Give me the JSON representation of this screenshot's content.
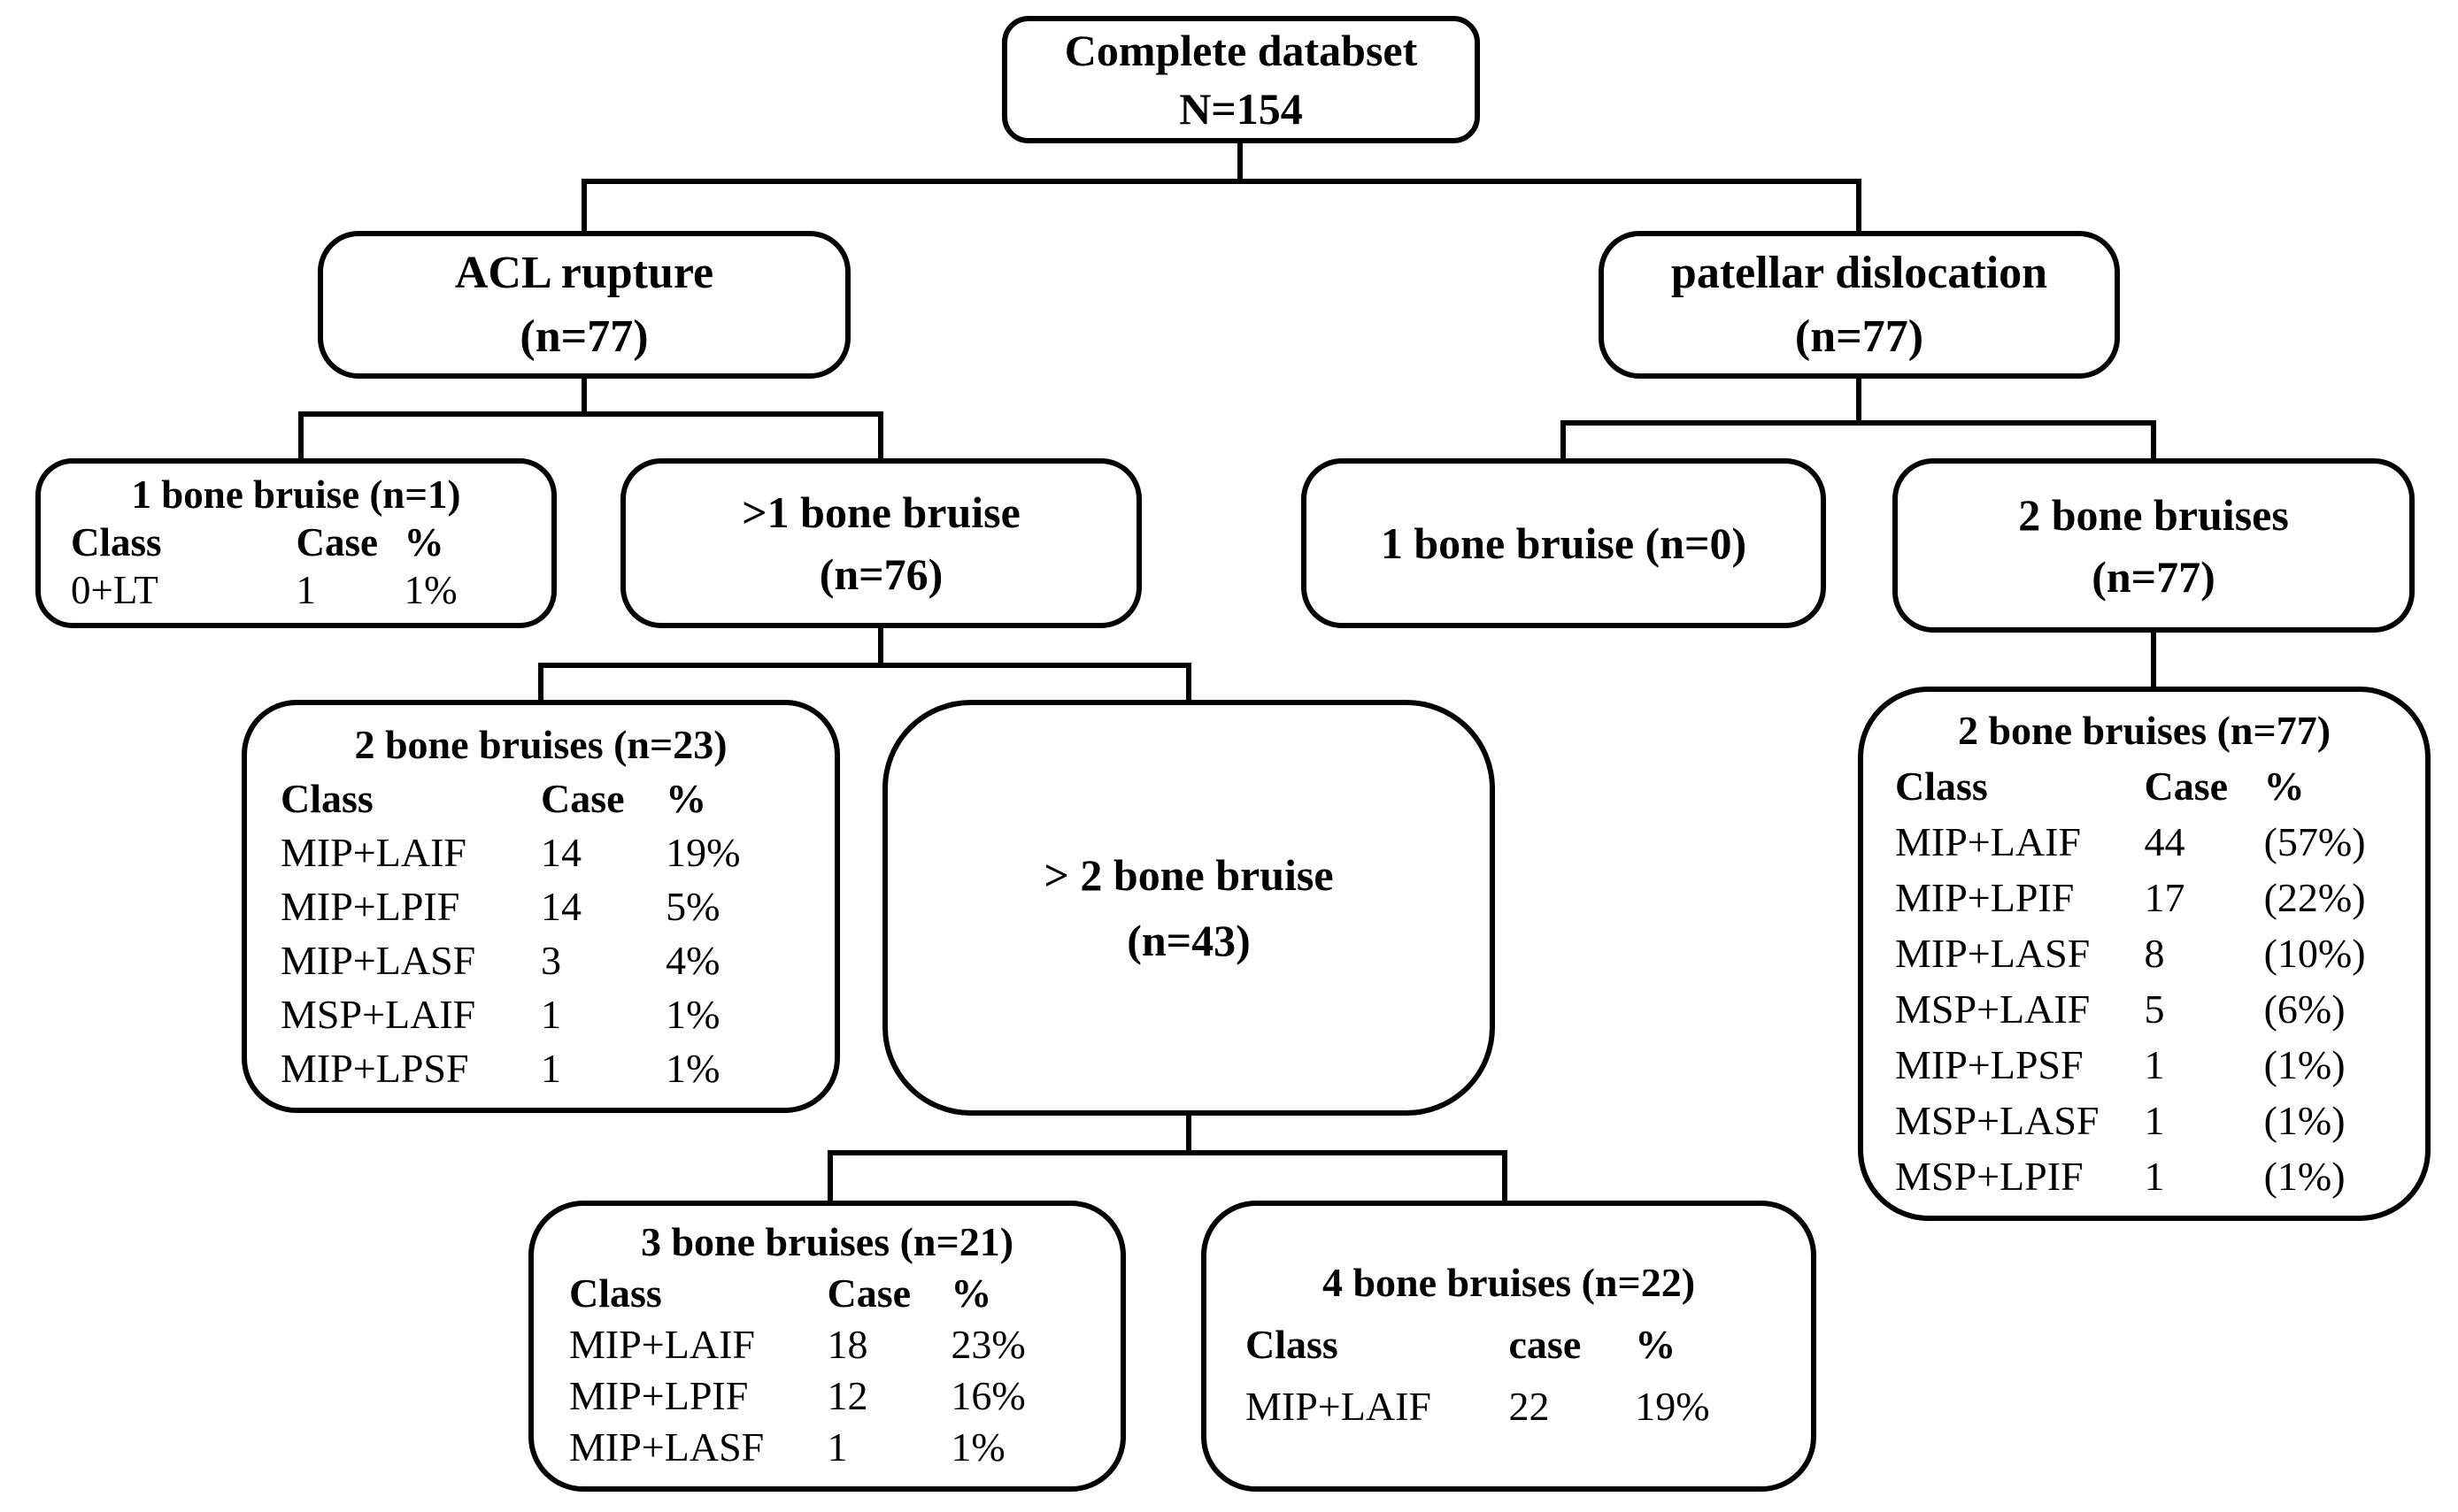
{
  "colors": {
    "ink": "#000000",
    "background": "#ffffff"
  },
  "nodes": {
    "root": {
      "line1": "Complete databset",
      "line2": "N=154"
    },
    "acl_rupture": {
      "line1": "ACL rupture",
      "line2": "(n=77)"
    },
    "patellar_dislocation": {
      "line1": "patellar dislocation",
      "line2": "(n=77)"
    },
    "gt1_bone_bruise": {
      "line1": ">1 bone bruise",
      "line2": "(n=76)"
    },
    "one_bone_bruise_patellar": {
      "line1": "1 bone bruise (n=0)"
    },
    "two_bone_bruises_patellar": {
      "line1": "2 bone bruises",
      "line2": "(n=77)"
    },
    "gt2_bone_bruise": {
      "line1": "> 2 bone bruise",
      "line2": "(n=43)"
    }
  },
  "tables": {
    "one_bone_bruise_acl": {
      "title": "1 bone bruise (n=1)",
      "headers": [
        "Class",
        "Case",
        "%"
      ],
      "rows": [
        [
          "0+LT",
          "1",
          "1%"
        ]
      ]
    },
    "two_bone_bruises_acl": {
      "title": "2 bone bruises (n=23)",
      "headers": [
        "Class",
        "Case",
        "%"
      ],
      "rows": [
        [
          "MIP+LAIF",
          "14",
          "19%"
        ],
        [
          "MIP+LPIF",
          "14",
          "5%"
        ],
        [
          "MIP+LASF",
          "3",
          "4%"
        ],
        [
          "MSP+LAIF",
          "1",
          "1%"
        ],
        [
          "MIP+LPSF",
          "1",
          "1%"
        ]
      ]
    },
    "three_bone_bruises": {
      "title": "3 bone bruises (n=21)",
      "headers": [
        "Class",
        "Case",
        "%"
      ],
      "rows": [
        [
          "MIP+LAIF",
          "18",
          "23%"
        ],
        [
          "MIP+LPIF",
          "12",
          "16%"
        ],
        [
          "MIP+LASF",
          "1",
          "1%"
        ]
      ]
    },
    "four_bone_bruises": {
      "title": "4 bone bruises (n=22)",
      "headers": [
        "Class",
        "case",
        "%"
      ],
      "rows": [
        [
          "MIP+LAIF",
          "22",
          "19%"
        ]
      ]
    },
    "two_bone_bruises_patellar_detail": {
      "title": "2 bone bruises (n=77)",
      "headers": [
        "Class",
        "Case",
        "%"
      ],
      "rows": [
        [
          "MIP+LAIF",
          "44",
          "(57%)"
        ],
        [
          "MIP+LPIF",
          "17",
          "(22%)"
        ],
        [
          "MIP+LASF",
          "8",
          "(10%)"
        ],
        [
          "MSP+LAIF",
          "5",
          "(6%)"
        ],
        [
          "MIP+LPSF",
          "1",
          "(1%)"
        ],
        [
          "MSP+LASF",
          "1",
          "(1%)"
        ],
        [
          "MSP+LPIF",
          "1",
          "(1%)"
        ]
      ]
    }
  }
}
